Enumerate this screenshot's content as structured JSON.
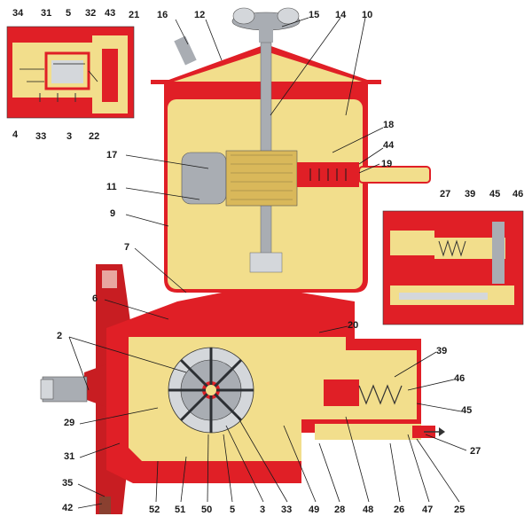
{
  "colors": {
    "red": "#e01f26",
    "oil": "#f2de8c",
    "oil_dark": "#d9b85a",
    "metal_grey": "#a9adb3",
    "metal_light": "#d4d7db",
    "dark_steel": "#3d4147",
    "pulley_red": "#c81d22",
    "background": "#ffffff",
    "text": "#1a1a1a"
  },
  "callouts": [
    {
      "text": "34"
    },
    {
      "text": "31"
    },
    {
      "text": "5"
    },
    {
      "text": "32"
    },
    {
      "text": "43"
    },
    {
      "text": "21"
    },
    {
      "text": "4"
    },
    {
      "text": "33"
    },
    {
      "text": "3"
    },
    {
      "text": "22"
    },
    {
      "text": "16"
    },
    {
      "text": "12"
    },
    {
      "text": "15"
    },
    {
      "text": "14"
    },
    {
      "text": "10"
    },
    {
      "text": "18"
    },
    {
      "text": "44"
    },
    {
      "text": "17"
    },
    {
      "text": "19"
    },
    {
      "text": "11"
    },
    {
      "text": "9"
    },
    {
      "text": "27"
    },
    {
      "text": "39"
    },
    {
      "text": "45"
    },
    {
      "text": "46"
    },
    {
      "text": "7"
    },
    {
      "text": "6"
    },
    {
      "text": "20"
    },
    {
      "text": "2"
    },
    {
      "text": "39"
    },
    {
      "text": "46"
    },
    {
      "text": "45"
    },
    {
      "text": "29"
    },
    {
      "text": "31"
    },
    {
      "text": "27"
    },
    {
      "text": "35"
    },
    {
      "text": "42"
    },
    {
      "text": "52"
    },
    {
      "text": "51"
    },
    {
      "text": "50"
    },
    {
      "text": "5"
    },
    {
      "text": "3"
    },
    {
      "text": "33"
    },
    {
      "text": "49"
    },
    {
      "text": "28"
    },
    {
      "text": "48"
    },
    {
      "text": "26"
    },
    {
      "text": "47"
    },
    {
      "text": "25"
    }
  ]
}
